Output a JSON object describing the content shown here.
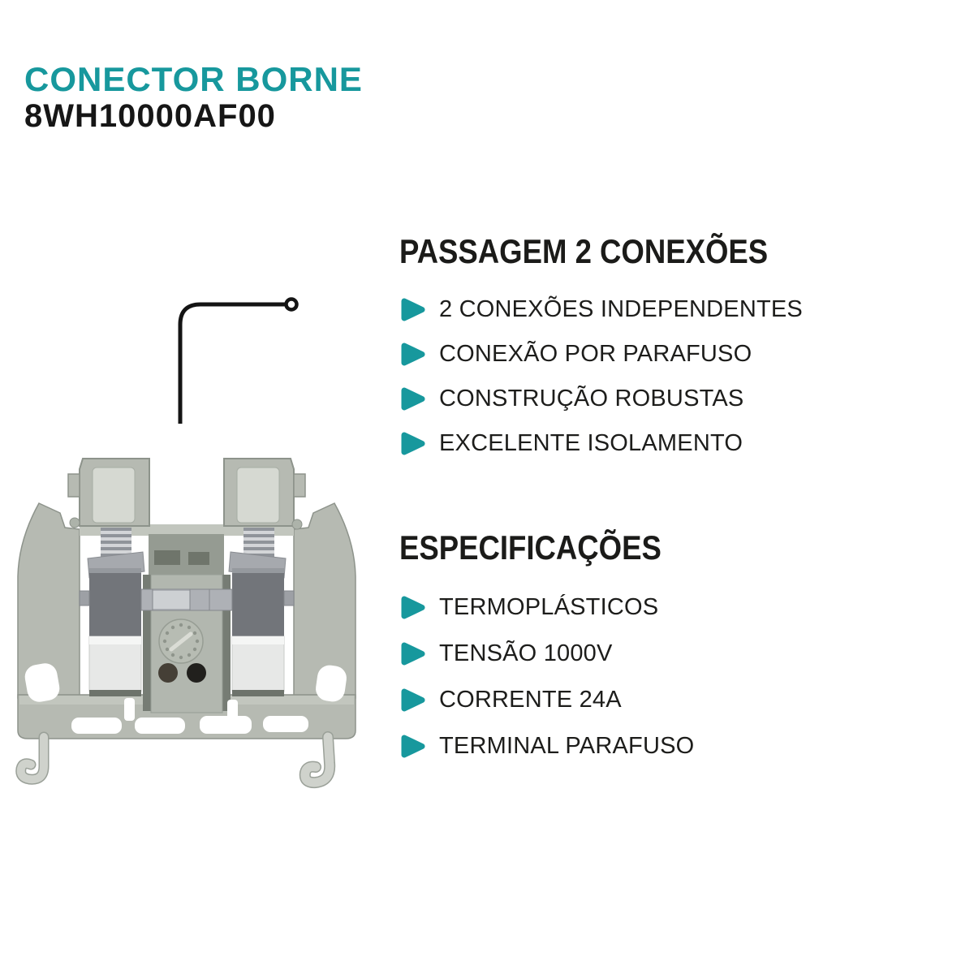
{
  "theme": {
    "background": "#ffffff",
    "accent_teal": "#17989d",
    "heading_color": "#1b1b19",
    "body_text_color": "#1d1d1b",
    "callout_line_color": "#141414",
    "product_palette": {
      "body_gray": "#b6bab2",
      "body_light_gray": "#c6c9c2",
      "edge_gray": "#8d938b",
      "recess_gray": "#959b92",
      "slot_dark": "#6f756b",
      "clamp_dark_metal": "#72757a",
      "clamp_light_metal": "#a6a9ae",
      "contact_plate": "#e7e8e7",
      "busbar_metal": "#aeb1b6",
      "thread_light": "#d3d5d8",
      "thread_dark": "#90949a",
      "hole_left": "#453f36",
      "hole_right": "#21201d"
    }
  },
  "header": {
    "title": "CONECTOR BORNE",
    "part_number": "8WH10000AF00"
  },
  "sections": [
    {
      "heading": "PASSAGEM 2 CONEXÕES",
      "bullet_icon": "play-triangle-icon",
      "items": [
        "2 CONEXÕES INDEPENDENTES",
        "CONEXÃO POR PARAFUSO",
        "CONSTRUÇÃO ROBUSTAS",
        "EXCELENTE ISOLAMENTO"
      ]
    },
    {
      "heading": "ESPECIFICAÇÕES",
      "bullet_icon": "play-triangle-icon",
      "items": [
        "TERMOPLÁSTICOS",
        "TENSÃO 1000V",
        "CORRENTE 24A",
        "TERMINAL PARAFUSO"
      ]
    }
  ],
  "figure": {
    "product_image_icon": "din-rail-terminal-block-photo",
    "callout_icon": "callout-line-with-ring"
  }
}
